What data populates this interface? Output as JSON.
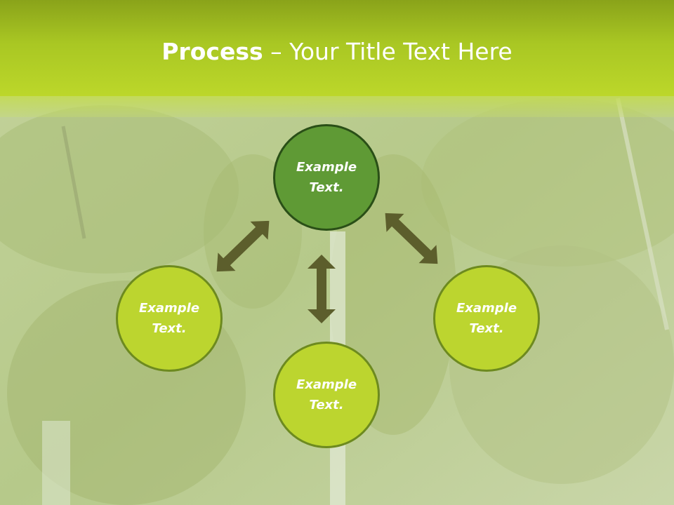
{
  "slide": {
    "title_bold": "Process",
    "title_rest": " – Your Title Text Here"
  },
  "nodes": {
    "top": {
      "line1": "Example",
      "line2": "Text."
    },
    "left": {
      "line1": "Example",
      "line2": "Text."
    },
    "bottom": {
      "line1": "Example",
      "line2": "Text."
    },
    "right": {
      "line1": "Example",
      "line2": "Text."
    }
  },
  "colors": {
    "header": "#a9c723",
    "node_top_fill": "#5f9a35",
    "node_top_border": "#2a4f17",
    "node_fill": "#bcd52f",
    "node_border": "#6d8a1f",
    "arrow": "#5c5e2c",
    "background_photo": "#b9c98e"
  }
}
